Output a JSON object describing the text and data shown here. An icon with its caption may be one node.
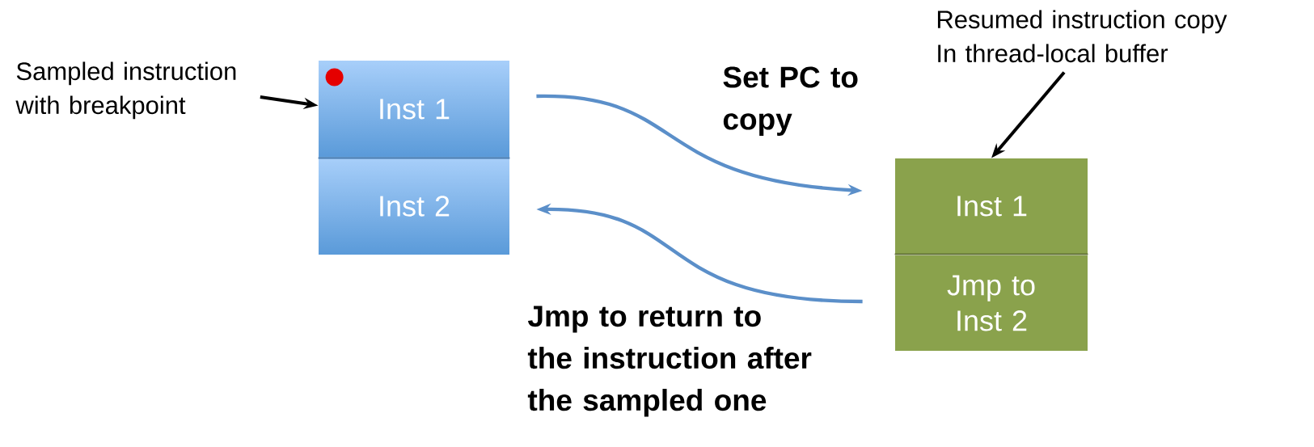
{
  "diagram": {
    "nodes": [
      {
        "text": [
          "Inst 1"
        ]
      },
      {
        "text": [
          "Inst 2"
        ]
      },
      {
        "text": [
          "Inst 1"
        ]
      },
      {
        "text": [
          "Jmp to Inst 2"
        ]
      },
      {
        "text": [
          "Sampled instruction with breakpoint"
        ]
      },
      {
        "text": [
          "Resumed instruction copy In thread-local buffer"
        ]
      }
    ],
    "edges": [
      {
        "from": 4,
        "to": 0,
        "arrow": "to"
      },
      {
        "from": 5,
        "to": 2,
        "arrow": "to"
      },
      {
        "from": 0,
        "to": 2,
        "arrow": "to",
        "label": "Set PC to copy",
        "color": "#5b8fc9"
      },
      {
        "from": 3,
        "to": 1,
        "arrow": "to",
        "label": "Jmp to return to the instruction after the sampled one",
        "color": "#5b8fc9"
      }
    ]
  }
}
